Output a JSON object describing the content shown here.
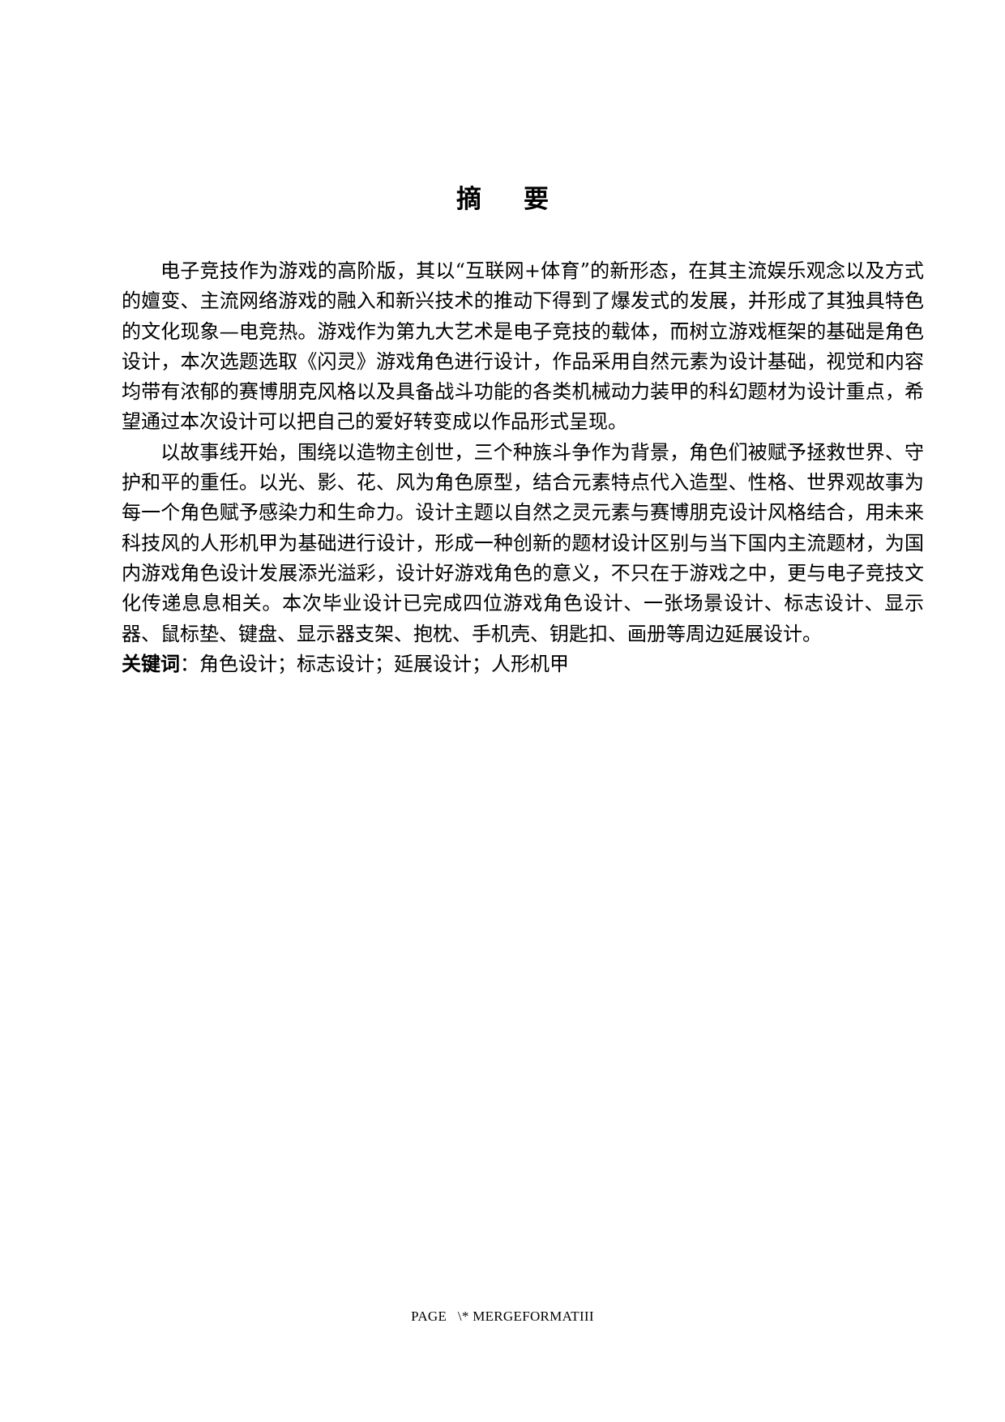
{
  "document": {
    "title": "摘要",
    "paragraphs": [
      "电子竞技作为游戏的高阶版，其以“互联网+体育”的新形态，在其主流娱乐观念以及方式的嬗变、主流网络游戏的融入和新兴技术的推动下得到了爆发式的发展，并形成了其独具特色的文化现象—电竞热。游戏作为第九大艺术是电子竞技的载体，而树立游戏框架的基础是角色设计，本次选题选取《闪灵》游戏角色进行设计，作品采用自然元素为设计基础，视觉和内容均带有浓郁的赛博朋克风格以及具备战斗功能的各类机械动力装甲的科幻题材为设计重点，希望通过本次设计可以把自己的爱好转变成以作品形式呈现。",
      "以故事线开始，围绕以造物主创世，三个种族斗争作为背景，角色们被赋予拯救世界、守护和平的重任。以光、影、花、风为角色原型，结合元素特点代入造型、性格、世界观故事为每一个角色赋予感染力和生命力。设计主题以自然之灵元素与赛博朋克设计风格结合，用未来科技风的人形机甲为基础进行设计，形成一种创新的题材设计区别与当下国内主流题材，为国内游戏角色设计发展添光溢彩，设计好游戏角色的意义，不只在于游戏之中，更与电子竞技文化传递息息相关。本次毕业设计已完成四位游戏角色设计、一张场景设计、标志设计、显示器、鼠标垫、键盘、显示器支架、抱枕、手机壳、钥匙扣、画册等周边延展设计。"
    ],
    "keywords_label": "关键词",
    "keywords_separator": "：",
    "keywords_value": "角色设计；标志设计；延展设计；人形机甲"
  },
  "footer": {
    "text": "PAGE   \\* MERGEFORMATIII"
  }
}
